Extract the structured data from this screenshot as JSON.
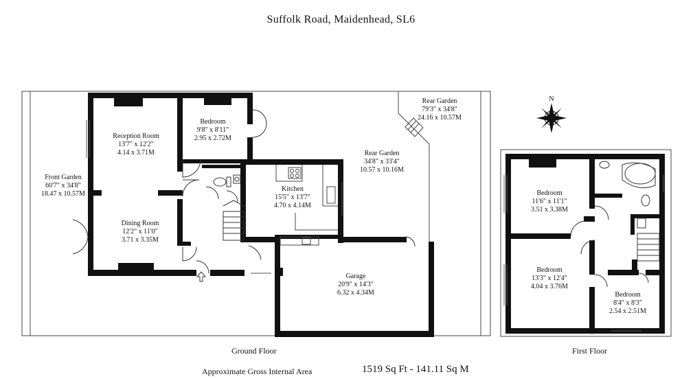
{
  "title": "Suffolk Road, Maidenhead, SL6",
  "ground_floor": {
    "label": "Ground Floor",
    "rooms": [
      {
        "name": "Reception Room",
        "imperial": "13'7\" x 12'2\"",
        "metric": "4.14 x 3.71M"
      },
      {
        "name": "Bedroom",
        "imperial": "9'8\" x 8'11\"",
        "metric": "2.95 x 2.72M"
      },
      {
        "name": "Front Garden",
        "imperial": "60'7\" x 34'8\"",
        "metric": "18.47 x 10.57M"
      },
      {
        "name": "Kitchen",
        "imperial": "15'5\" x 13'7\"",
        "metric": "4.70 x 4.14M"
      },
      {
        "name": "Rear Garden",
        "imperial": "34'8\" x 33'4\"",
        "metric": "10.57 x 10.16M"
      },
      {
        "name": "Rear Garden",
        "imperial": "79'3\" x 34'8\"",
        "metric": "24.16 x 10.57M"
      },
      {
        "name": "Dining Room",
        "imperial": "12'2\" x 11'0\"",
        "metric": "3.71 x 3.35M"
      },
      {
        "name": "Garage",
        "imperial": "20'9\" x 14'3\"",
        "metric": "6.32 x 4.34M"
      }
    ]
  },
  "first_floor": {
    "label": "First Floor",
    "rooms": [
      {
        "name": "Bedroom",
        "imperial": "11'6\" x 11'1\"",
        "metric": "3.51 x 3.38M"
      },
      {
        "name": "Bedroom",
        "imperial": "13'3\" x 12'4\"",
        "metric": "4.04 x 3.76M"
      },
      {
        "name": "Bedroom",
        "imperial": "8'4\" x 8'3\"",
        "metric": "2.54 x 2.51M"
      }
    ]
  },
  "compass": {
    "north_label": "N"
  },
  "footer": {
    "area_label": "Approximate Gross Internal Area",
    "area_value": "1519 Sq Ft - 141.11 Sq M"
  }
}
